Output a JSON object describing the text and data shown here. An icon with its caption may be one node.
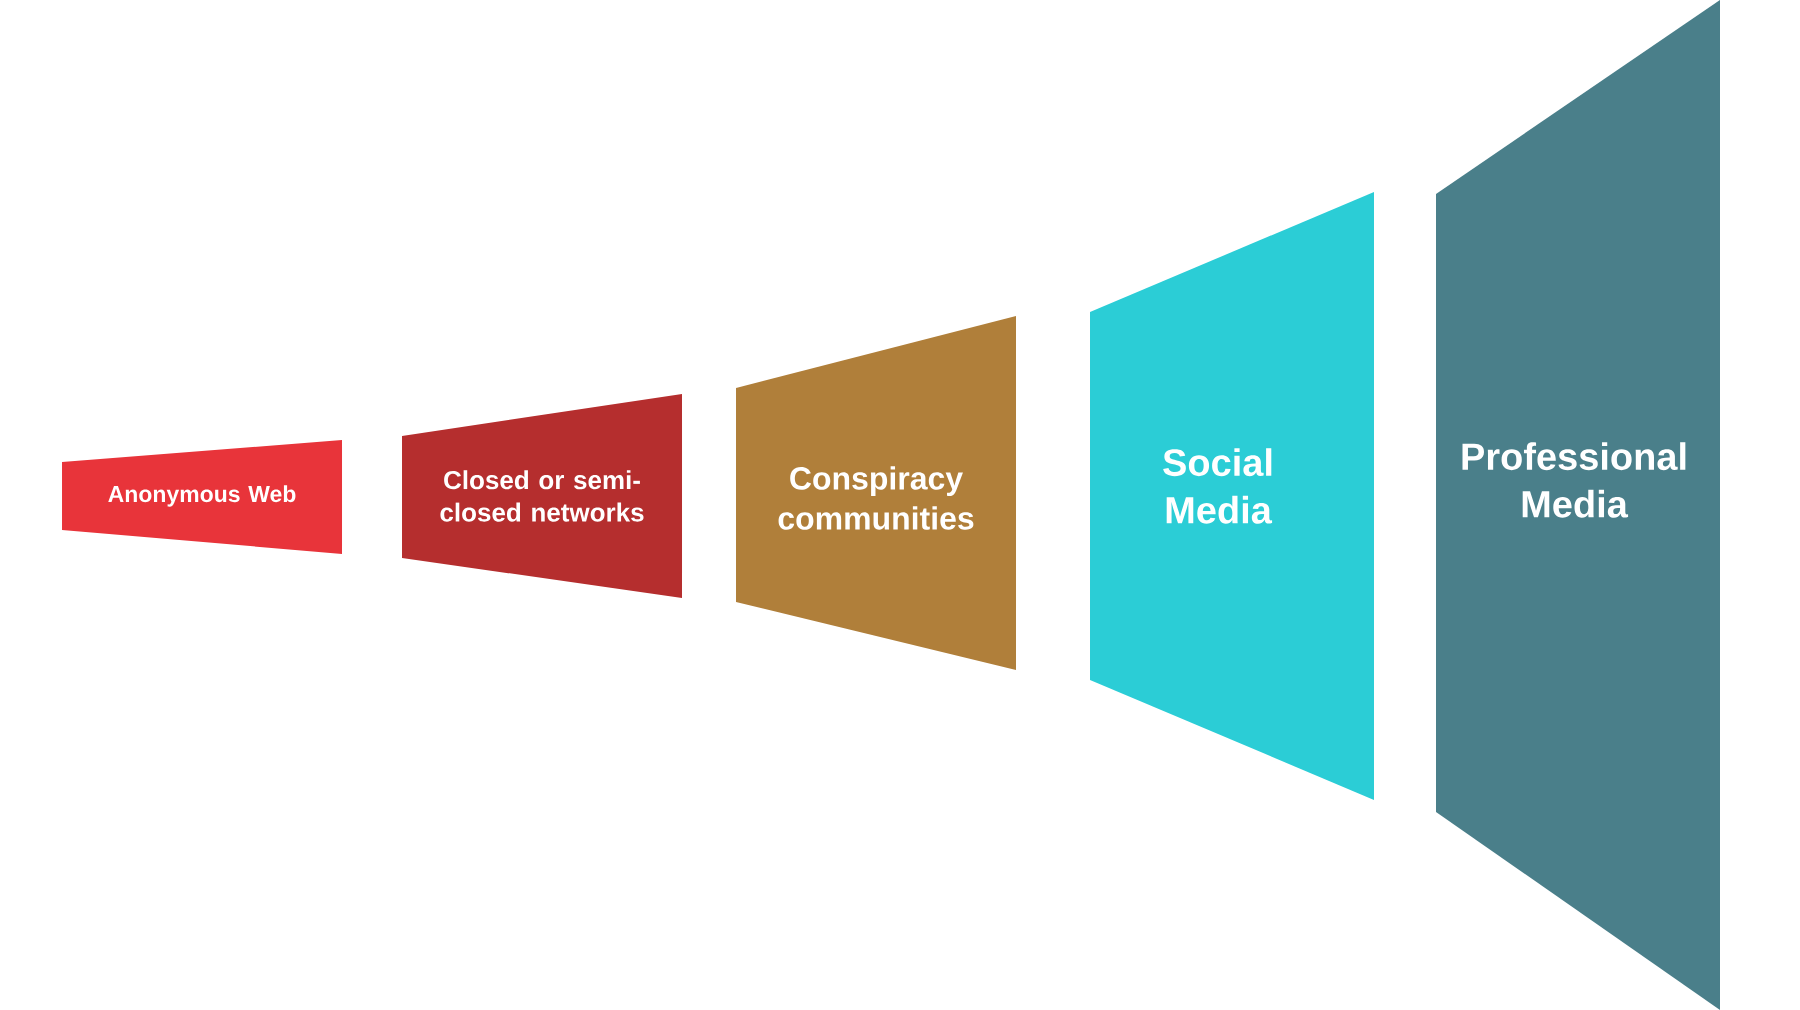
{
  "diagram": {
    "nodes": [
      {
        "text": [
          "Anonymous Web"
        ]
      },
      {
        "text": [
          "Closed or semi-closed networks"
        ]
      },
      {
        "text": [
          "Conspiracy communities"
        ]
      },
      {
        "text": [
          "Social Media"
        ]
      },
      {
        "text": [
          "Professional Media"
        ]
      }
    ]
  }
}
